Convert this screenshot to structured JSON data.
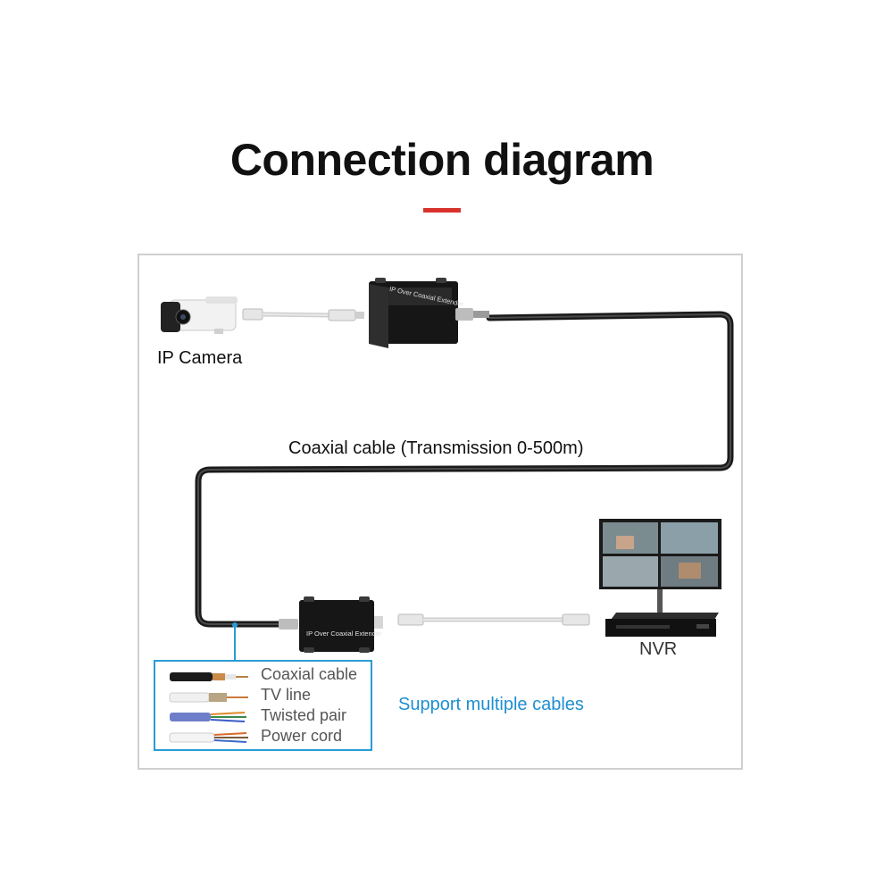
{
  "title": "Connection diagram",
  "colors": {
    "accent": "#d9312b",
    "link_blue": "#1e8fd0",
    "box_border": "#2a9bd6",
    "cable": "#1a1a1a"
  },
  "labels": {
    "ip_camera": "IP Camera",
    "coaxial_cable": "Coaxial cable (Transmission 0-500m)",
    "nvr": "NVR",
    "support": "Support multiple cables"
  },
  "devices": {
    "extender_text": "IP Over Coaxial Extender"
  },
  "cable_types": [
    "Coaxial cable",
    "TV line",
    "Twisted pair",
    "Power cord"
  ],
  "icons": [
    "ip-camera-icon",
    "ethernet-cable-icon",
    "coaxial-extender-icon",
    "monitor-icon",
    "nvr-recorder-icon"
  ]
}
